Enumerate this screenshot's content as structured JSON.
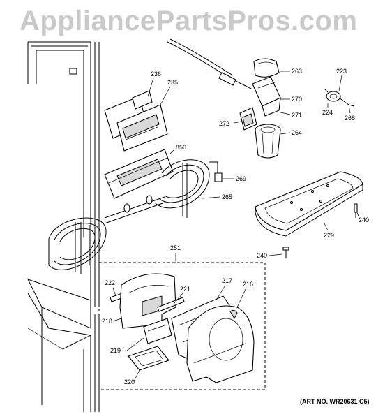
{
  "watermark": "AppliancePartsPros.com",
  "art_number": "(ART NO. WR20631 C5)",
  "labels": [
    {
      "id": "263",
      "text": "263"
    },
    {
      "id": "223",
      "text": "223"
    },
    {
      "id": "236",
      "text": "236"
    },
    {
      "id": "235",
      "text": "235"
    },
    {
      "id": "270",
      "text": "270"
    },
    {
      "id": "224",
      "text": "224"
    },
    {
      "id": "271",
      "text": "271"
    },
    {
      "id": "268",
      "text": "268"
    },
    {
      "id": "272",
      "text": "272"
    },
    {
      "id": "264",
      "text": "264"
    },
    {
      "id": "850",
      "text": "850"
    },
    {
      "id": "269",
      "text": "269"
    },
    {
      "id": "265",
      "text": "265"
    },
    {
      "id": "240a",
      "text": "240"
    },
    {
      "id": "229",
      "text": "229"
    },
    {
      "id": "251",
      "text": "251"
    },
    {
      "id": "240b",
      "text": "240"
    },
    {
      "id": "222",
      "text": "222"
    },
    {
      "id": "221",
      "text": "221"
    },
    {
      "id": "217",
      "text": "217"
    },
    {
      "id": "216",
      "text": "216"
    },
    {
      "id": "218",
      "text": "218"
    },
    {
      "id": "219",
      "text": "219"
    },
    {
      "id": "220",
      "text": "220"
    }
  ]
}
